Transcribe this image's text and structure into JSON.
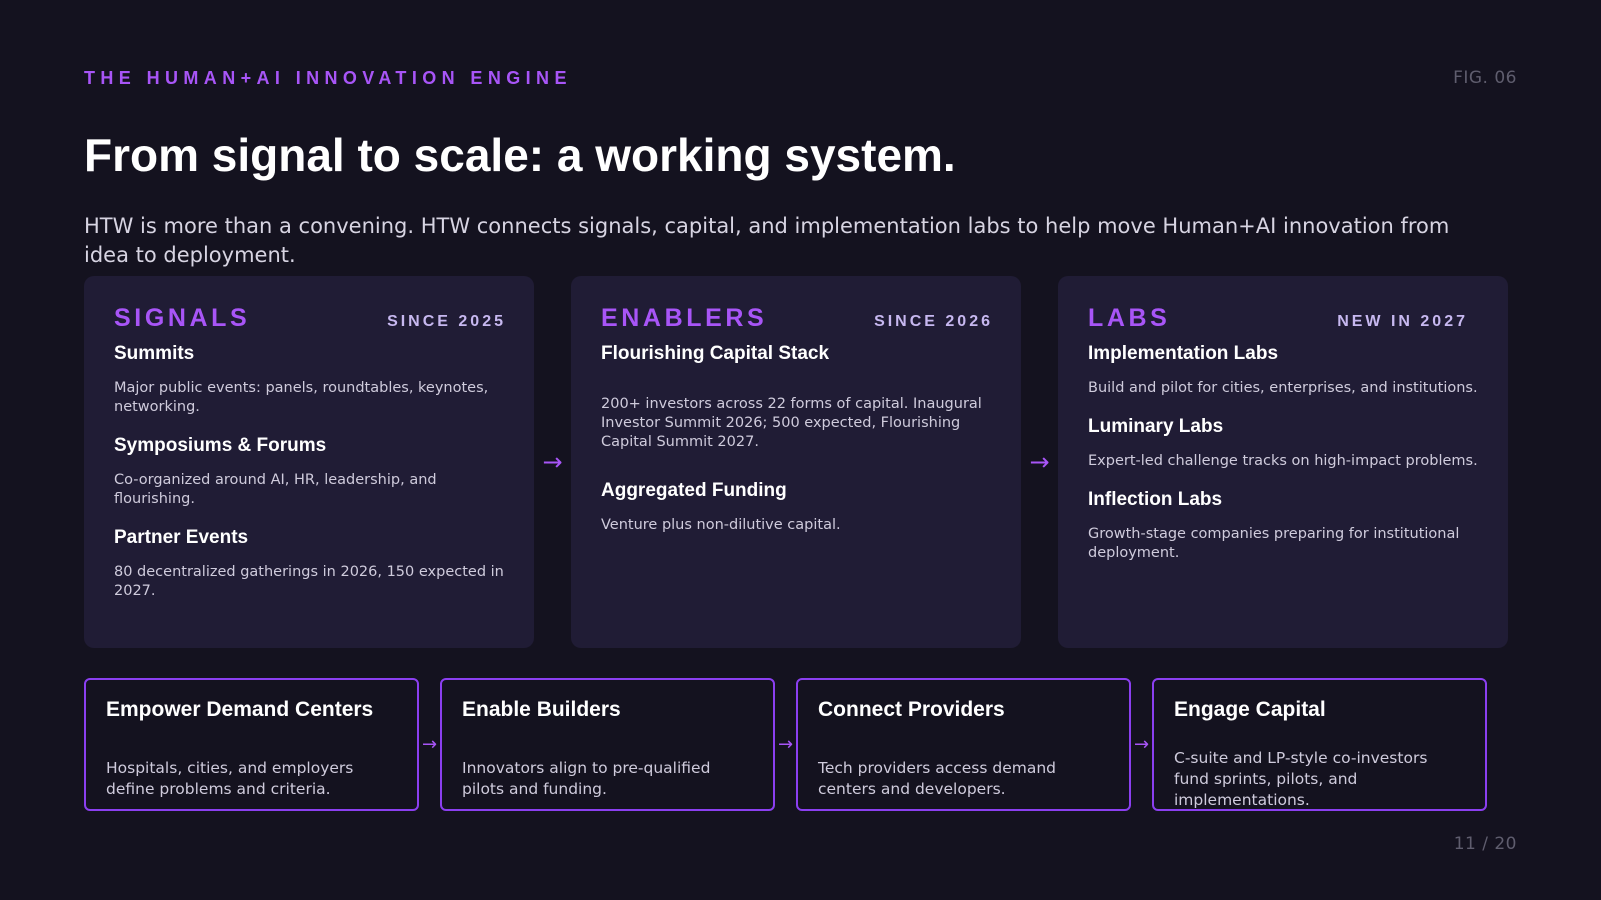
{
  "header": {
    "eyebrow": "THE HUMAN+AI INNOVATION ENGINE",
    "fig": "FIG. 06",
    "title": "From signal to scale: a working system.",
    "subtitle": "HTW is more than a convening. HTW connects signals, capital, and implementation labs to help move Human+AI innovation from idea to deployment."
  },
  "pillars": [
    {
      "name": "SIGNALS",
      "since": "SINCE 2025",
      "items": [
        {
          "title": "Summits",
          "desc": "Major public events: panels, roundtables, keynotes, networking."
        },
        {
          "title": "Symposiums & Forums",
          "desc": "Co-organized around AI, HR, leadership, and flourishing."
        },
        {
          "title": "Partner Events",
          "desc": "80 decentralized gatherings in 2026, 150 expected in 2027."
        }
      ]
    },
    {
      "name": "ENABLERS",
      "since": "SINCE 2026",
      "items": [
        {
          "title": "Flourishing Capital Stack",
          "desc": "200+ investors across 22 forms of capital. Inaugural Investor Summit 2026; 500 expected, Flourishing Capital Summit 2027."
        },
        {
          "title": "Aggregated Funding",
          "desc": "Venture plus non-dilutive capital."
        }
      ]
    },
    {
      "name": "LABS",
      "since": "NEW IN 2027",
      "items": [
        {
          "title": "Implementation Labs",
          "desc": "Build and pilot for cities, enterprises, and institutions."
        },
        {
          "title": "Luminary Labs",
          "desc": "Expert-led challenge tracks on high-impact problems."
        },
        {
          "title": "Inflection Labs",
          "desc": "Growth-stage companies preparing for institutional deployment."
        }
      ]
    }
  ],
  "arrow_glyph": "→",
  "flow": [
    {
      "title": "Empower Demand Centers",
      "desc": "Hospitals, cities, and employers define problems and criteria."
    },
    {
      "title": "Enable Builders",
      "desc": "Innovators align to pre-qualified pilots and funding."
    },
    {
      "title": "Connect Providers",
      "desc": "Tech providers access demand centers and developers."
    },
    {
      "title": "Engage Capital",
      "desc": "C-suite and LP-style co-investors fund sprints, pilots, and implementations."
    }
  ],
  "footer": {
    "page": "11 / 20"
  },
  "colors": {
    "background": "#14121f",
    "card": "#201c35",
    "accent": "#a855f7",
    "border": "#8b3ff0"
  }
}
